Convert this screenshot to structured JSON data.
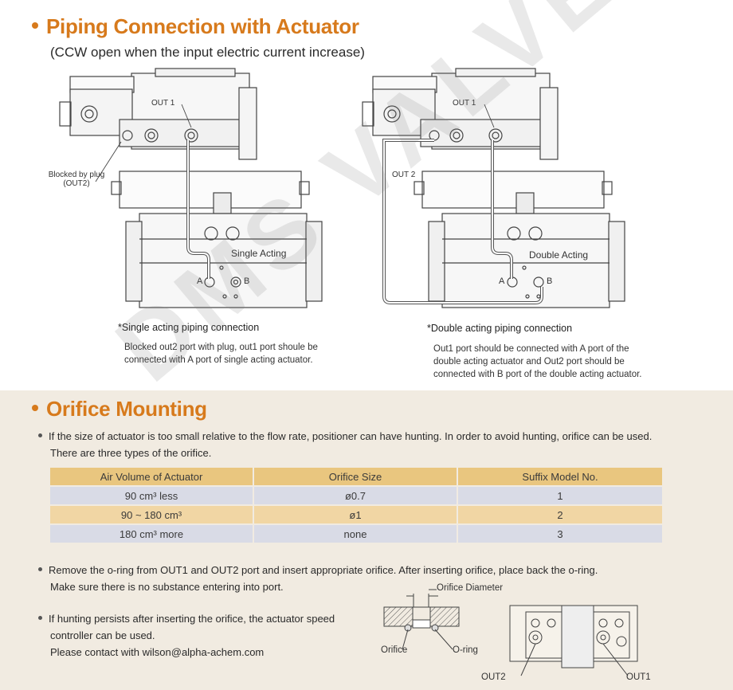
{
  "section1": {
    "title": "Piping Connection with Actuator",
    "subtitle": "(CCW open when the input electric current increase)"
  },
  "diagram_left": {
    "out1": "OUT 1",
    "blocked_line1": "Blocked by plug",
    "blocked_line2": "(OUT2)",
    "actuator_label": "Single Acting",
    "port_a": "A",
    "port_b": "B",
    "caption_title": "*Single acting piping connection",
    "caption_line1": "Blocked out2 port with plug, out1 port shoule be",
    "caption_line2": "connected with A port of single acting actuator."
  },
  "diagram_right": {
    "out1": "OUT 1",
    "out2": "OUT 2",
    "actuator_label": "Double Acting",
    "port_a": "A",
    "port_b": "B",
    "caption_title": "*Double acting piping connection",
    "caption_line1": "Out1 port should be connected with A port of the",
    "caption_line2": "double acting actuator and Out2 port should be",
    "caption_line3": "connected with B port of the double acting actuator."
  },
  "section2": {
    "title": "Orifice Mounting",
    "bullet1_line1": "If the size of actuator is too small relative to the flow rate, positioner can have hunting. In order to avoid hunting, orifice can be used.",
    "bullet1_line2": "There are three types of the orifice.",
    "bullet2_line1": "Remove the o-ring from OUT1 and OUT2 port and insert appropriate orifice.  After inserting orifice, place back the o-ring.",
    "bullet2_line2": "Make sure there is no substance entering into port.",
    "bullet3_line1": "If hunting persists after inserting the orifice, the actuator speed",
    "bullet3_line2": "controller can be used.",
    "bullet3_line3": "Please contact with wilson@alpha-achem.com"
  },
  "table": {
    "headers": [
      "Air Volume of Actuator",
      "Orifice Size",
      "Suffix Model No."
    ],
    "rows": [
      [
        "90 cm³ less",
        "ø0.7",
        "1"
      ],
      [
        "90 ~ 180 cm³",
        "ø1",
        "2"
      ],
      [
        "180 cm³ more",
        "none",
        "3"
      ]
    ]
  },
  "orifice_diagram": {
    "diameter_label": "Orifice Diameter",
    "orifice_label": "Orifice",
    "oring_label": "O-ring",
    "out2_label": "OUT2",
    "out1_label": "OUT1"
  },
  "watermark": "DMS VALVE",
  "colors": {
    "accent": "#d77a1c",
    "table_header": "#e9c67f",
    "row_blue": "#d9dbe6",
    "row_orange": "#f1d6a4",
    "lower_background": "#f1ebe1"
  }
}
